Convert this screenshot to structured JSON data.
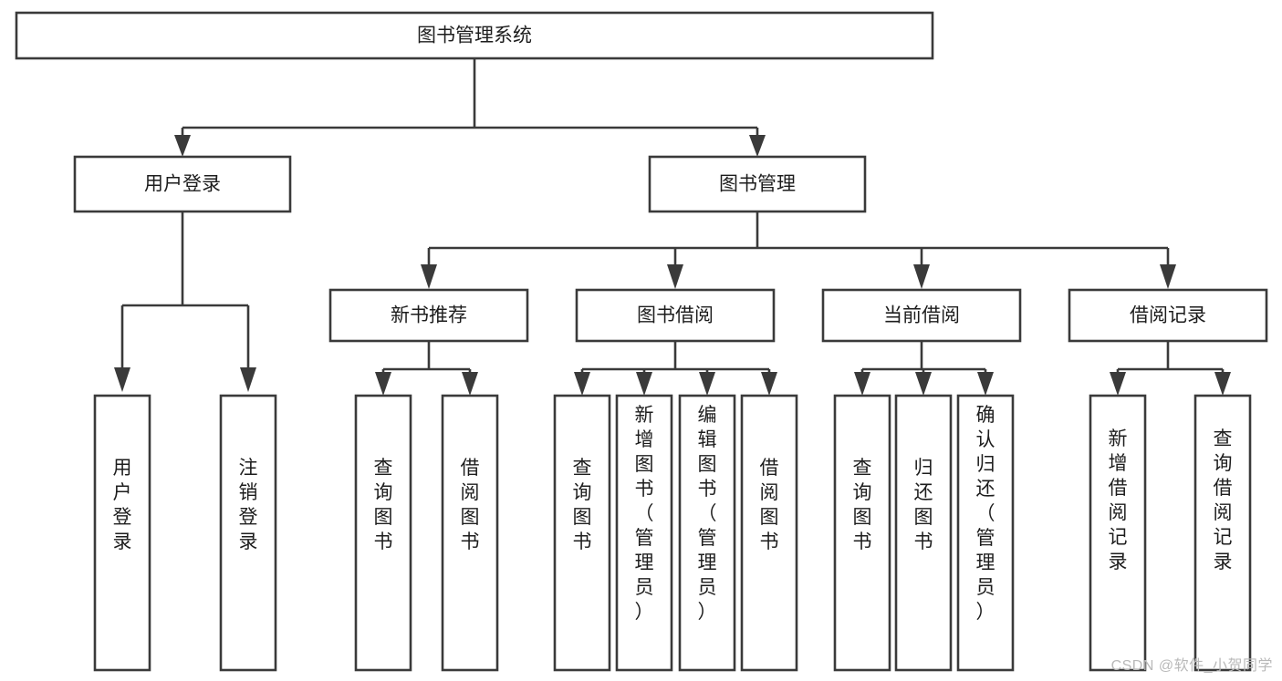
{
  "diagram": {
    "type": "tree-hierarchy-chart",
    "title": "图书管理系统",
    "orientation": "top-down",
    "colors": {
      "box_stroke": "#3a3a3a",
      "box_fill": "#ffffff",
      "connector": "#3a3a3a",
      "text": "#1d1d1d",
      "background": "#ffffff",
      "watermark": "#b9b9b9"
    },
    "levels": [
      {
        "level": 1,
        "nodes": [
          {
            "id": "root",
            "label": "图书管理系统",
            "orientation": "horizontal"
          }
        ]
      },
      {
        "level": 2,
        "nodes": [
          {
            "id": "user-login",
            "label": "用户登录",
            "orientation": "horizontal",
            "parent": "root"
          },
          {
            "id": "book-manage",
            "label": "图书管理",
            "orientation": "horizontal",
            "parent": "root"
          }
        ]
      },
      {
        "level": 3,
        "nodes": [
          {
            "id": "new-book-rec",
            "label": "新书推荐",
            "orientation": "horizontal",
            "parent": "book-manage"
          },
          {
            "id": "book-borrow",
            "label": "图书借阅",
            "orientation": "horizontal",
            "parent": "book-manage"
          },
          {
            "id": "current-borrow",
            "label": "当前借阅",
            "orientation": "horizontal",
            "parent": "book-manage"
          },
          {
            "id": "borrow-record",
            "label": "借阅记录",
            "orientation": "horizontal",
            "parent": "book-manage"
          }
        ]
      },
      {
        "level": 4,
        "nodes": [
          {
            "id": "leaf-user-login",
            "label": "用户登录",
            "orientation": "vertical",
            "parent": "user-login"
          },
          {
            "id": "leaf-logout",
            "label": "注销登录",
            "orientation": "vertical",
            "parent": "user-login"
          },
          {
            "id": "leaf-query-book-1",
            "label": "查询图书",
            "orientation": "vertical",
            "parent": "new-book-rec"
          },
          {
            "id": "leaf-borrow-book-1",
            "label": "借阅图书",
            "orientation": "vertical",
            "parent": "new-book-rec"
          },
          {
            "id": "leaf-query-book-2",
            "label": "查询图书",
            "orientation": "vertical",
            "parent": "book-borrow"
          },
          {
            "id": "leaf-add-book",
            "label": "新增图书（管理员）",
            "orientation": "vertical",
            "parent": "book-borrow"
          },
          {
            "id": "leaf-edit-book",
            "label": "编辑图书（管理员）",
            "orientation": "vertical",
            "parent": "book-borrow"
          },
          {
            "id": "leaf-borrow-book-2",
            "label": "借阅图书",
            "orientation": "vertical",
            "parent": "book-borrow"
          },
          {
            "id": "leaf-query-book-3",
            "label": "查询图书",
            "orientation": "vertical",
            "parent": "current-borrow"
          },
          {
            "id": "leaf-return-book",
            "label": "归还图书",
            "orientation": "vertical",
            "parent": "current-borrow"
          },
          {
            "id": "leaf-confirm-return",
            "label": "确认归还（管理员）",
            "orientation": "vertical",
            "parent": "current-borrow"
          },
          {
            "id": "leaf-add-record",
            "label": "新增借阅记录",
            "orientation": "vertical",
            "parent": "borrow-record"
          },
          {
            "id": "leaf-query-record",
            "label": "查询借阅记录",
            "orientation": "vertical",
            "parent": "borrow-record"
          }
        ]
      }
    ]
  },
  "watermark": {
    "text": "CSDN @软件_小贺同学"
  }
}
